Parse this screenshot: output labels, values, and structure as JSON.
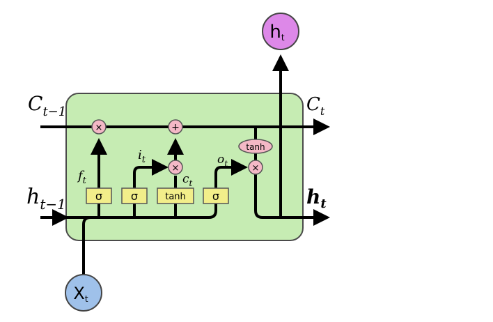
{
  "diagram": {
    "inputs": {
      "cell_prev": {
        "base": "C",
        "sub": "t−1"
      },
      "hidden_prev": {
        "base": "h",
        "sub": "t−1"
      },
      "x": {
        "base": "X",
        "sub": "t"
      }
    },
    "outputs": {
      "cell": {
        "base": "C",
        "sub": "t"
      },
      "hidden": {
        "base": "h",
        "sub": "t"
      },
      "hidden_top": {
        "base": "h",
        "sub": "t"
      }
    },
    "gates": {
      "forget": {
        "label": "σ",
        "annotation_base": "f",
        "annotation_sub": "t"
      },
      "input": {
        "label": "σ",
        "annotation_base": "i",
        "annotation_sub": "t"
      },
      "candidate": {
        "label": "tanh",
        "annotation_base": "c",
        "annotation_sub": "t"
      },
      "output": {
        "label": "σ",
        "annotation_base": "o",
        "annotation_sub": "t"
      }
    },
    "ops": {
      "forget_mul": "×",
      "cell_add": "+",
      "input_mul": "×",
      "output_mul": "×",
      "output_tanh": "tanh"
    },
    "colors": {
      "cell_fill": "#c6ecb3",
      "cell_stroke": "#4a4a4a",
      "gate_fill": "#f2ee8a",
      "op_fill": "#f4b8c6",
      "input_node": "#9fc1ea",
      "output_node": "#dd88e8",
      "line": "#000000"
    }
  }
}
